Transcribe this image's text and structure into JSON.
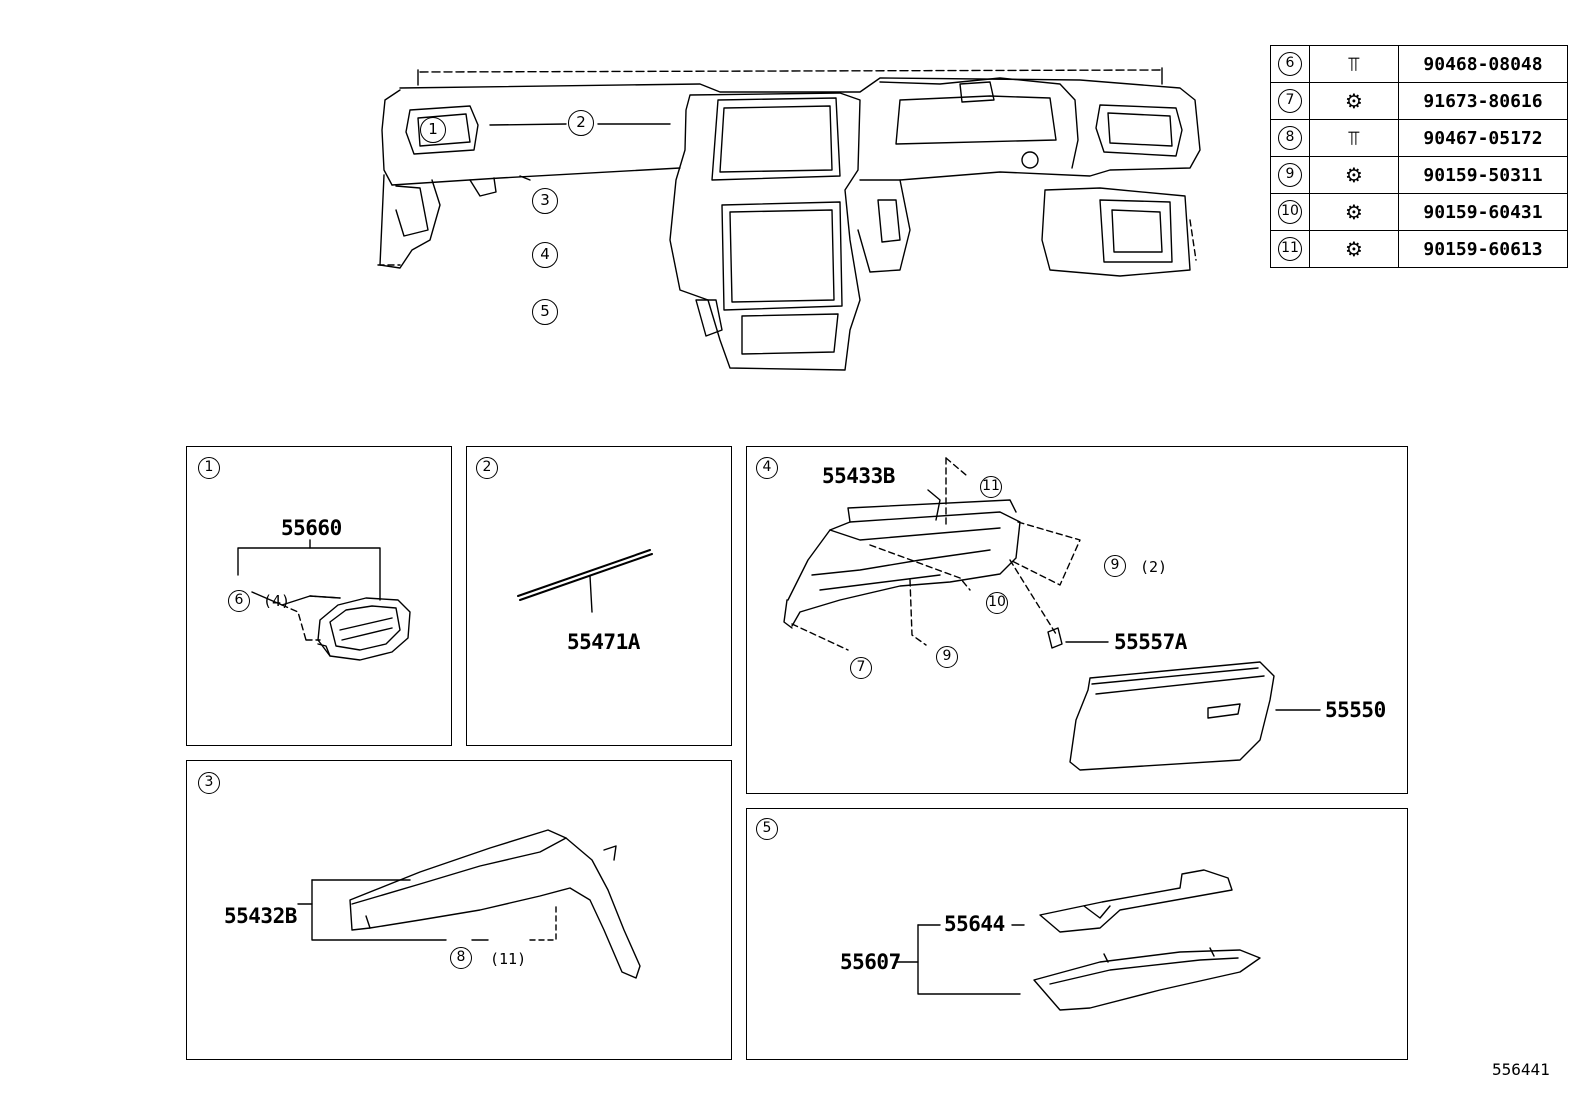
{
  "fastener_table": [
    {
      "ref": "6",
      "icon": "clip-icon",
      "part_no": "90468-08048"
    },
    {
      "ref": "7",
      "icon": "screw-icon",
      "part_no": "91673-80616"
    },
    {
      "ref": "8",
      "icon": "clip-icon",
      "part_no": "90467-05172"
    },
    {
      "ref": "9",
      "icon": "screw-icon",
      "part_no": "90159-50311"
    },
    {
      "ref": "10",
      "icon": "screw-icon",
      "part_no": "90159-60431"
    },
    {
      "ref": "11",
      "icon": "screw-icon",
      "part_no": "90159-60613"
    }
  ],
  "overview": {
    "callouts": [
      "1",
      "2",
      "3",
      "4",
      "5"
    ]
  },
  "panel1": {
    "ref": "1",
    "part": "55660",
    "fastener_ref": "6",
    "fastener_qty": "(4)"
  },
  "panel2": {
    "ref": "2",
    "part": "55471A"
  },
  "panel3": {
    "ref": "3",
    "part": "55432B",
    "fastener_ref_a": "8",
    "fastener_qty": "(11)"
  },
  "panel4": {
    "ref": "4",
    "part_bracket": "55433B",
    "part_bumper": "55557A",
    "part_box": "55550",
    "ref_11": "11",
    "ref_9a": "9",
    "qty_9a": "(2)",
    "ref_10": "10",
    "ref_7": "7",
    "ref_9b": "9"
  },
  "panel5": {
    "ref": "5",
    "part_cover": "55644",
    "part_assy": "55607"
  },
  "figure_number": "556441"
}
